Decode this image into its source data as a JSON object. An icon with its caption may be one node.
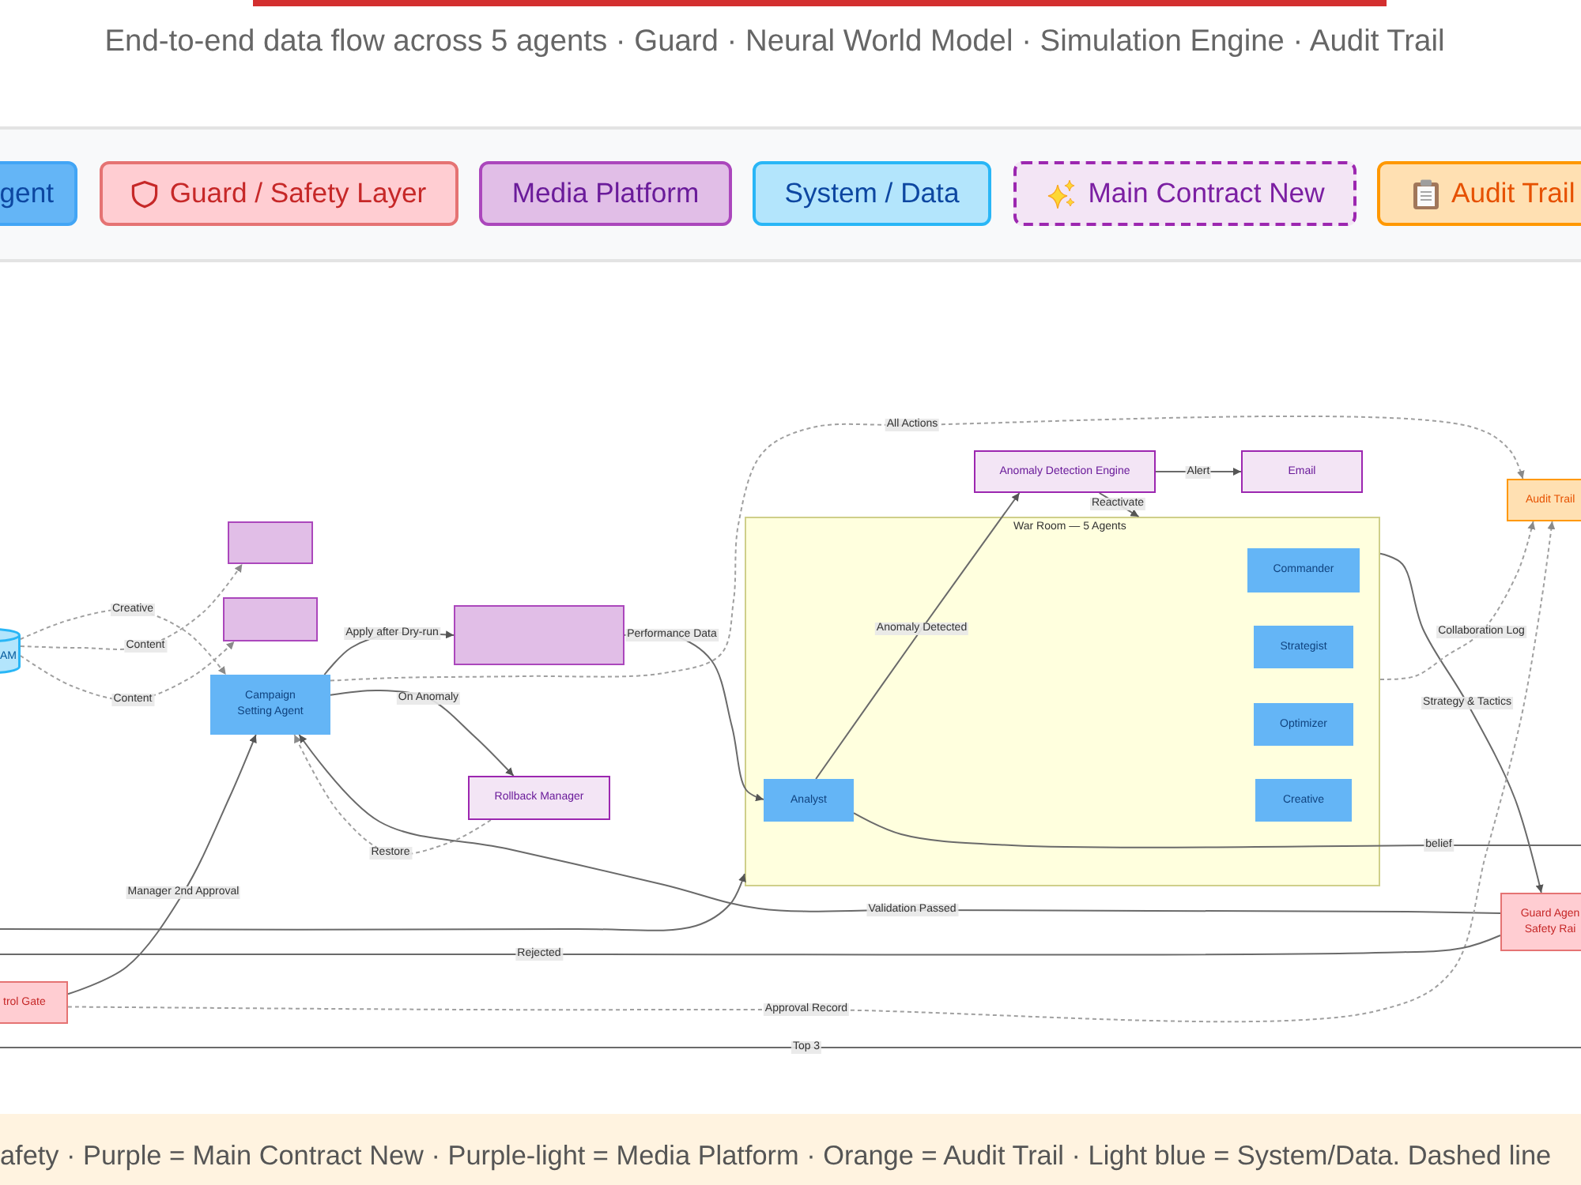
{
  "diagram": {
    "nodes": [
      {
        "text": [
          "AM"
        ]
      },
      {
        "text": [],
        "shape": "box"
      },
      {
        "text": [],
        "shape": "box"
      },
      {
        "text": [
          "Campaign Setting Agent"
        ]
      },
      {
        "text": [],
        "shape": "box"
      },
      {
        "text": [
          "Rollback Manager"
        ]
      },
      {
        "text": [
          "Anomaly Detection Engine"
        ]
      },
      {
        "text": [
          "Email"
        ]
      },
      {
        "text": [
          "Audit Trail"
        ]
      },
      {
        "text": [
          "War Room — 5 Agents"
        ]
      },
      {
        "text": [
          "Commander"
        ],
        "in": 9
      },
      {
        "text": [
          "Strategist"
        ],
        "in": 9
      },
      {
        "text": [
          "Optimizer"
        ],
        "in": 9
      },
      {
        "text": [
          "Analyst"
        ],
        "in": 9
      },
      {
        "text": [
          "Creative"
        ],
        "in": 9
      },
      {
        "text": [
          "Guard Agen Safety Rai"
        ]
      },
      {
        "text": [
          "trol Gate"
        ]
      }
    ],
    "edges": [
      {
        "from": 0,
        "to": 3,
        "label": "Creative",
        "arrow": "to",
        "style": "dashed"
      },
      {
        "from": 0,
        "to": 1,
        "label": "Content",
        "arrow": "to",
        "style": "dashed"
      },
      {
        "from": 0,
        "to": 2,
        "label": "Content",
        "arrow": "to",
        "style": "dashed"
      },
      {
        "from": 3,
        "to": 4,
        "label": "Apply after Dry-run",
        "arrow": "to"
      },
      {
        "from": 3,
        "to": 5,
        "label": "On Anomaly",
        "arrow": "to"
      },
      {
        "from": 3,
        "to": 8,
        "label": "All Actions",
        "arrow": "to",
        "style": "dashed"
      },
      {
        "from": 4,
        "to": 13,
        "label": "Performance Data",
        "arrow": "to"
      },
      {
        "from": 5,
        "to": 3,
        "label": "Restore",
        "arrow": "to",
        "style": "dashed"
      },
      {
        "from": 15,
        "to": 3,
        "label": "Validation Passed",
        "arrow": "to"
      },
      {
        "from": 16,
        "to": 3,
        "label": "Manager 2nd Approval",
        "arrow": "to"
      },
      {
        "from": 13,
        "to": 6,
        "label": "Anomaly Detected",
        "arrow": "to"
      },
      {
        "from": 6,
        "to": 7,
        "label": "Alert",
        "arrow": "to"
      },
      {
        "from": 6,
        "to": 9,
        "label": "Reactivate",
        "arrow": "to"
      },
      {
        "from": 9,
        "to": 15,
        "label": "Strategy & Tactics",
        "arrow": "to"
      },
      {
        "from": 9,
        "to": 8,
        "label": "Collaboration Log",
        "arrow": "to",
        "style": "dashed"
      },
      {
        "from": 16,
        "to": 8,
        "label": "Approval Record",
        "arrow": "to",
        "style": "dashed"
      },
      {
        "from": 13,
        "to": null,
        "label": "belief",
        "arrow": "none"
      },
      {
        "from": null,
        "to": 9,
        "arrow": "to"
      },
      {
        "from": 15,
        "to": null,
        "label": "Rejected",
        "arrow": "none"
      }
    ],
    "labels": [
      "End-to-end data flow across 5 agents · Guard · Neural World Model · Simulation Engine · Audit Trail",
      "Top 3",
      "afety · Purple = Main Contract New · Purple-light = Media Platform · Orange = Audit Trail · Light blue = System/Data. Dashed line"
    ],
    "legend": [
      {
        "text": "gent",
        "color": "#64b5f6"
      },
      {
        "text": "Guard / Safety Layer",
        "color": "#ffcdd2"
      },
      {
        "text": "Media Platform",
        "color": "#e1bee7"
      },
      {
        "text": "System / Data",
        "color": "#b3e5fc"
      },
      {
        "text": "Main Contract New",
        "color": "#f3e5f5"
      },
      {
        "text": "Audit Trail",
        "color": "#ffe0b2"
      }
    ]
  }
}
